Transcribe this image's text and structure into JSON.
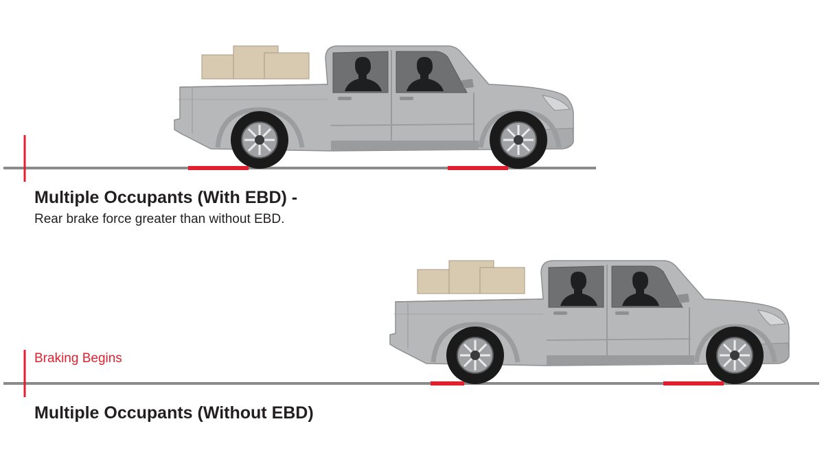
{
  "top_panel": {
    "title": "Multiple Occupants (With EBD) -",
    "subtitle": "Rear brake force greater than without EBD."
  },
  "bottom_panel": {
    "title": "Multiple Occupants (Without EBD)",
    "marker_label": "Braking Begins"
  },
  "colors": {
    "accent_red": "#e0202e",
    "road_gray": "#8a8a8a",
    "body_gray": "#b7b8ba",
    "window_gray": "#6f7072",
    "box_tan": "#d8cab0",
    "tire_black": "#1a1a1a"
  }
}
